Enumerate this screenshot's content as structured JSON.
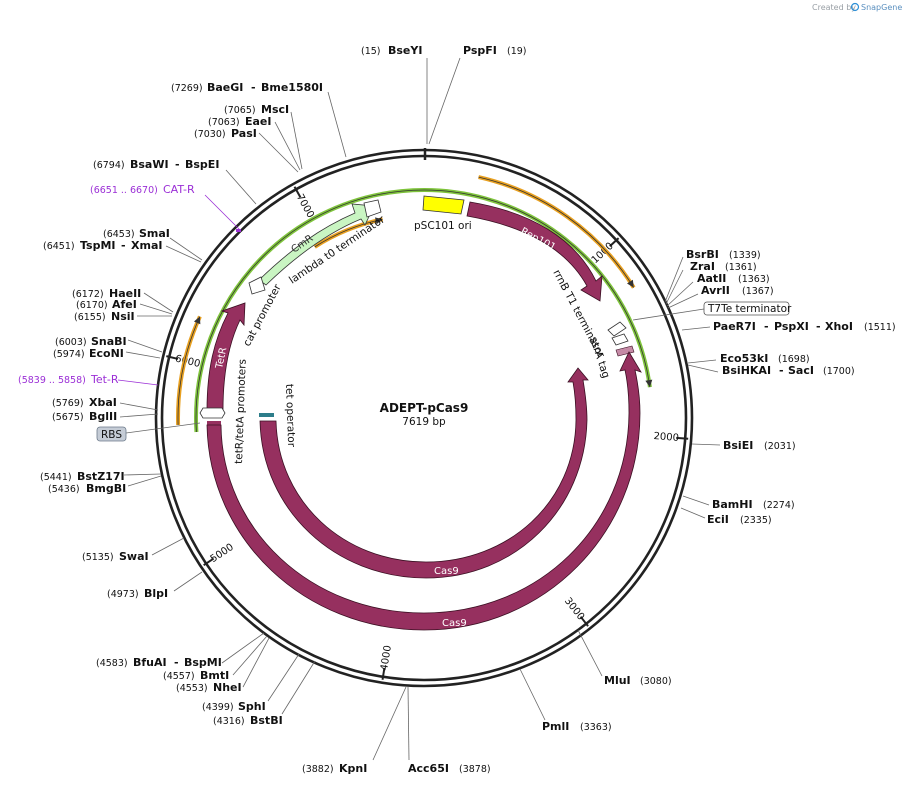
{
  "plasmid": {
    "name": "ADEPT-pCas9",
    "length_label": "7619 bp",
    "length_bp": 7619
  },
  "credit": {
    "prefix": "Created by",
    "brand": "SnapGene"
  },
  "colors": {
    "feature": "#96305f",
    "origin": "#ffff00",
    "cmr": "#c9f5c2",
    "primer": "#9b2fd6",
    "orange_arc": "#e8a020",
    "green_arc": "#7fc43c"
  },
  "ticks": [
    {
      "bp": 1000,
      "label": "1000"
    },
    {
      "bp": 2000,
      "label": "2000"
    },
    {
      "bp": 3000,
      "label": "3000"
    },
    {
      "bp": 4000,
      "label": "4000"
    },
    {
      "bp": 5000,
      "label": "5000"
    },
    {
      "bp": 6000,
      "label": "6000"
    },
    {
      "bp": 7000,
      "label": "7000"
    }
  ],
  "sites": [
    {
      "name": "BseYI",
      "pos": "(15)",
      "bp": 15
    },
    {
      "name": "PspFI",
      "pos": "(19)",
      "bp": 19
    },
    {
      "name": "BsrBI",
      "pos": "(1339)",
      "bp": 1339
    },
    {
      "name": "ZraI",
      "pos": "(1361)",
      "bp": 1361
    },
    {
      "name": "AatII",
      "pos": "(1363)",
      "bp": 1363
    },
    {
      "name": "AvrII",
      "pos": "(1367)",
      "bp": 1367
    },
    {
      "name": "PaeR7I",
      "name2": "PspXI",
      "name3": "XhoI",
      "pos": "(1511)",
      "bp": 1511
    },
    {
      "name": "Eco53kI",
      "pos": "(1698)",
      "bp": 1698
    },
    {
      "name": "BsiHKAI",
      "name2": "SacI",
      "pos": "(1700)",
      "bp": 1700
    },
    {
      "name": "BsiEI",
      "pos": "(2031)",
      "bp": 2031
    },
    {
      "name": "BamHI",
      "pos": "(2274)",
      "bp": 2274
    },
    {
      "name": "EciI",
      "pos": "(2335)",
      "bp": 2335
    },
    {
      "name": "MluI",
      "pos": "(3080)",
      "bp": 3080
    },
    {
      "name": "PmlI",
      "pos": "(3363)",
      "bp": 3363
    },
    {
      "name": "Acc65I",
      "pos": "(3878)",
      "bp": 3878
    },
    {
      "name": "KpnI",
      "pos": "(3882)",
      "bp": 3882
    },
    {
      "name": "BstBI",
      "pos": "(4316)",
      "bp": 4316
    },
    {
      "name": "SphI",
      "pos": "(4399)",
      "bp": 4399
    },
    {
      "name": "NheI",
      "pos": "(4553)",
      "bp": 4553
    },
    {
      "name": "BmtI",
      "pos": "(4557)",
      "bp": 4557
    },
    {
      "name": "BfuAI",
      "name2": "BspMI",
      "pos": "(4583)",
      "bp": 4583
    },
    {
      "name": "BlpI",
      "pos": "(4973)",
      "bp": 4973
    },
    {
      "name": "SwaI",
      "pos": "(5135)",
      "bp": 5135
    },
    {
      "name": "BmgBI",
      "pos": "(5436)",
      "bp": 5436
    },
    {
      "name": "BstZ17I",
      "pos": "(5441)",
      "bp": 5441
    },
    {
      "name": "BglII",
      "pos": "(5675)",
      "bp": 5675
    },
    {
      "name": "XbaI",
      "pos": "(5769)",
      "bp": 5769
    },
    {
      "name": "EcoNI",
      "pos": "(5974)",
      "bp": 5974
    },
    {
      "name": "SnaBI",
      "pos": "(6003)",
      "bp": 6003
    },
    {
      "name": "NsiI",
      "pos": "(6155)",
      "bp": 6155
    },
    {
      "name": "AfeI",
      "pos": "(6170)",
      "bp": 6170
    },
    {
      "name": "HaeII",
      "pos": "(6172)",
      "bp": 6172
    },
    {
      "name": "TspMI",
      "name2": "XmaI",
      "pos": "(6451)",
      "bp": 6451
    },
    {
      "name": "SmaI",
      "pos": "(6453)",
      "bp": 6453
    },
    {
      "name": "BsaWI",
      "name2": "BspEI",
      "pos": "(6794)",
      "bp": 6794
    },
    {
      "name": "PasI",
      "pos": "(7030)",
      "bp": 7030
    },
    {
      "name": "EaeI",
      "pos": "(7063)",
      "bp": 7063
    },
    {
      "name": "MscI",
      "pos": "(7065)",
      "bp": 7065
    },
    {
      "name": "BaeGI",
      "name2": "Bme1580I",
      "pos": "(7269)",
      "bp": 7269
    }
  ],
  "dash": "-",
  "primers": [
    {
      "name": "CAT-R",
      "range": "(6651 .. 6670)",
      "bp": 6660
    },
    {
      "name": "Tet-R",
      "range": "(5839 .. 5858)",
      "bp": 5848
    }
  ],
  "features": {
    "t7te": "T7Te terminator",
    "rbs": "RBS",
    "psc101": "pSC101 ori",
    "rep101": "Rep101",
    "rrnb": "rrnB T1 terminator",
    "ssra": "ssrA tag",
    "cmr": "CmR",
    "lambda": "lambda t0 terminator",
    "cat": "cat promoter",
    "tetr": "TetR",
    "tetpro": "tetR/tetA promoters",
    "tetop": "tet operator",
    "cas9_inner": "Cas9",
    "cas9_outer": "Cas9"
  }
}
